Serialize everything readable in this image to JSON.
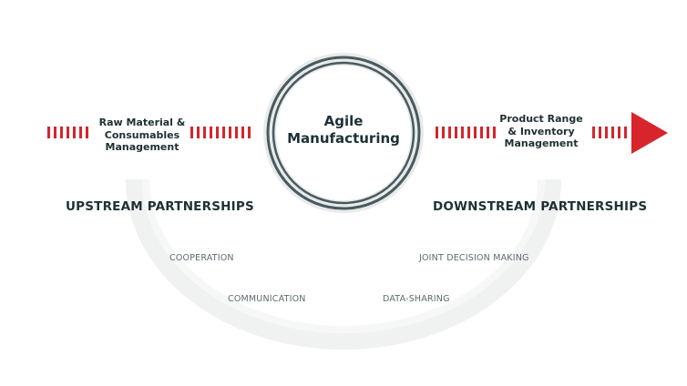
{
  "diagram": {
    "center": {
      "lines": [
        "Agile",
        "Manufacturing"
      ]
    },
    "upstream_node": {
      "lines": [
        "Raw Material &",
        "Consumables",
        "Management"
      ]
    },
    "downstream_node": {
      "lines": [
        "Product Range",
        "& Inventory",
        "Management"
      ]
    },
    "upstream_heading": "UPSTREAM PARTNERSHIPS",
    "downstream_heading": "DOWNSTREAM PARTNERSHIPS",
    "arc_labels": {
      "cooperation": "COOPERATION",
      "communication": "COMMUNICATION",
      "joint_decision": "JOINT DECISION MAKING",
      "data_sharing": "DATA-SHARING"
    }
  },
  "colors": {
    "accent_red": "#d8242b",
    "ring_dark": "#4a5a5e",
    "ring_light": "#e6e8e9",
    "text_dark": "#1d3137",
    "text_muted": "#5c6a70",
    "arc_grey": "#f0f1f1"
  }
}
